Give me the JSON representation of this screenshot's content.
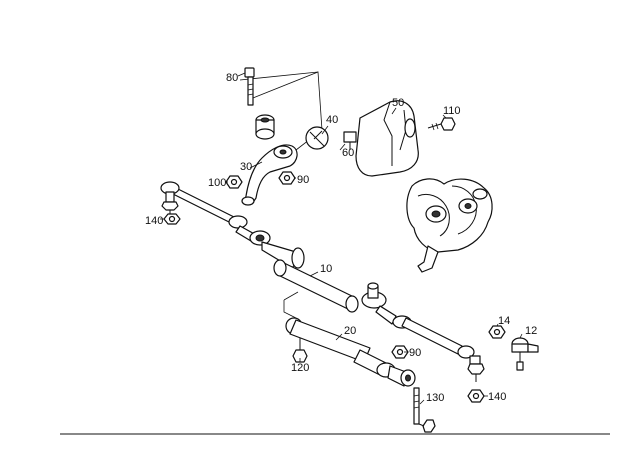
{
  "diagram": {
    "callouts": {
      "c80": "80",
      "c40": "40",
      "c30": "30",
      "c100": "100",
      "c90a": "90",
      "c50": "50",
      "c110": "110",
      "c60": "60",
      "c140a": "140",
      "c10": "10",
      "c20": "20",
      "c90b": "90",
      "c120": "120",
      "c130": "130",
      "c14": "14",
      "c12": "12",
      "c140b": "140"
    },
    "colors": {
      "ink": "#111111",
      "background": "#ffffff"
    }
  }
}
